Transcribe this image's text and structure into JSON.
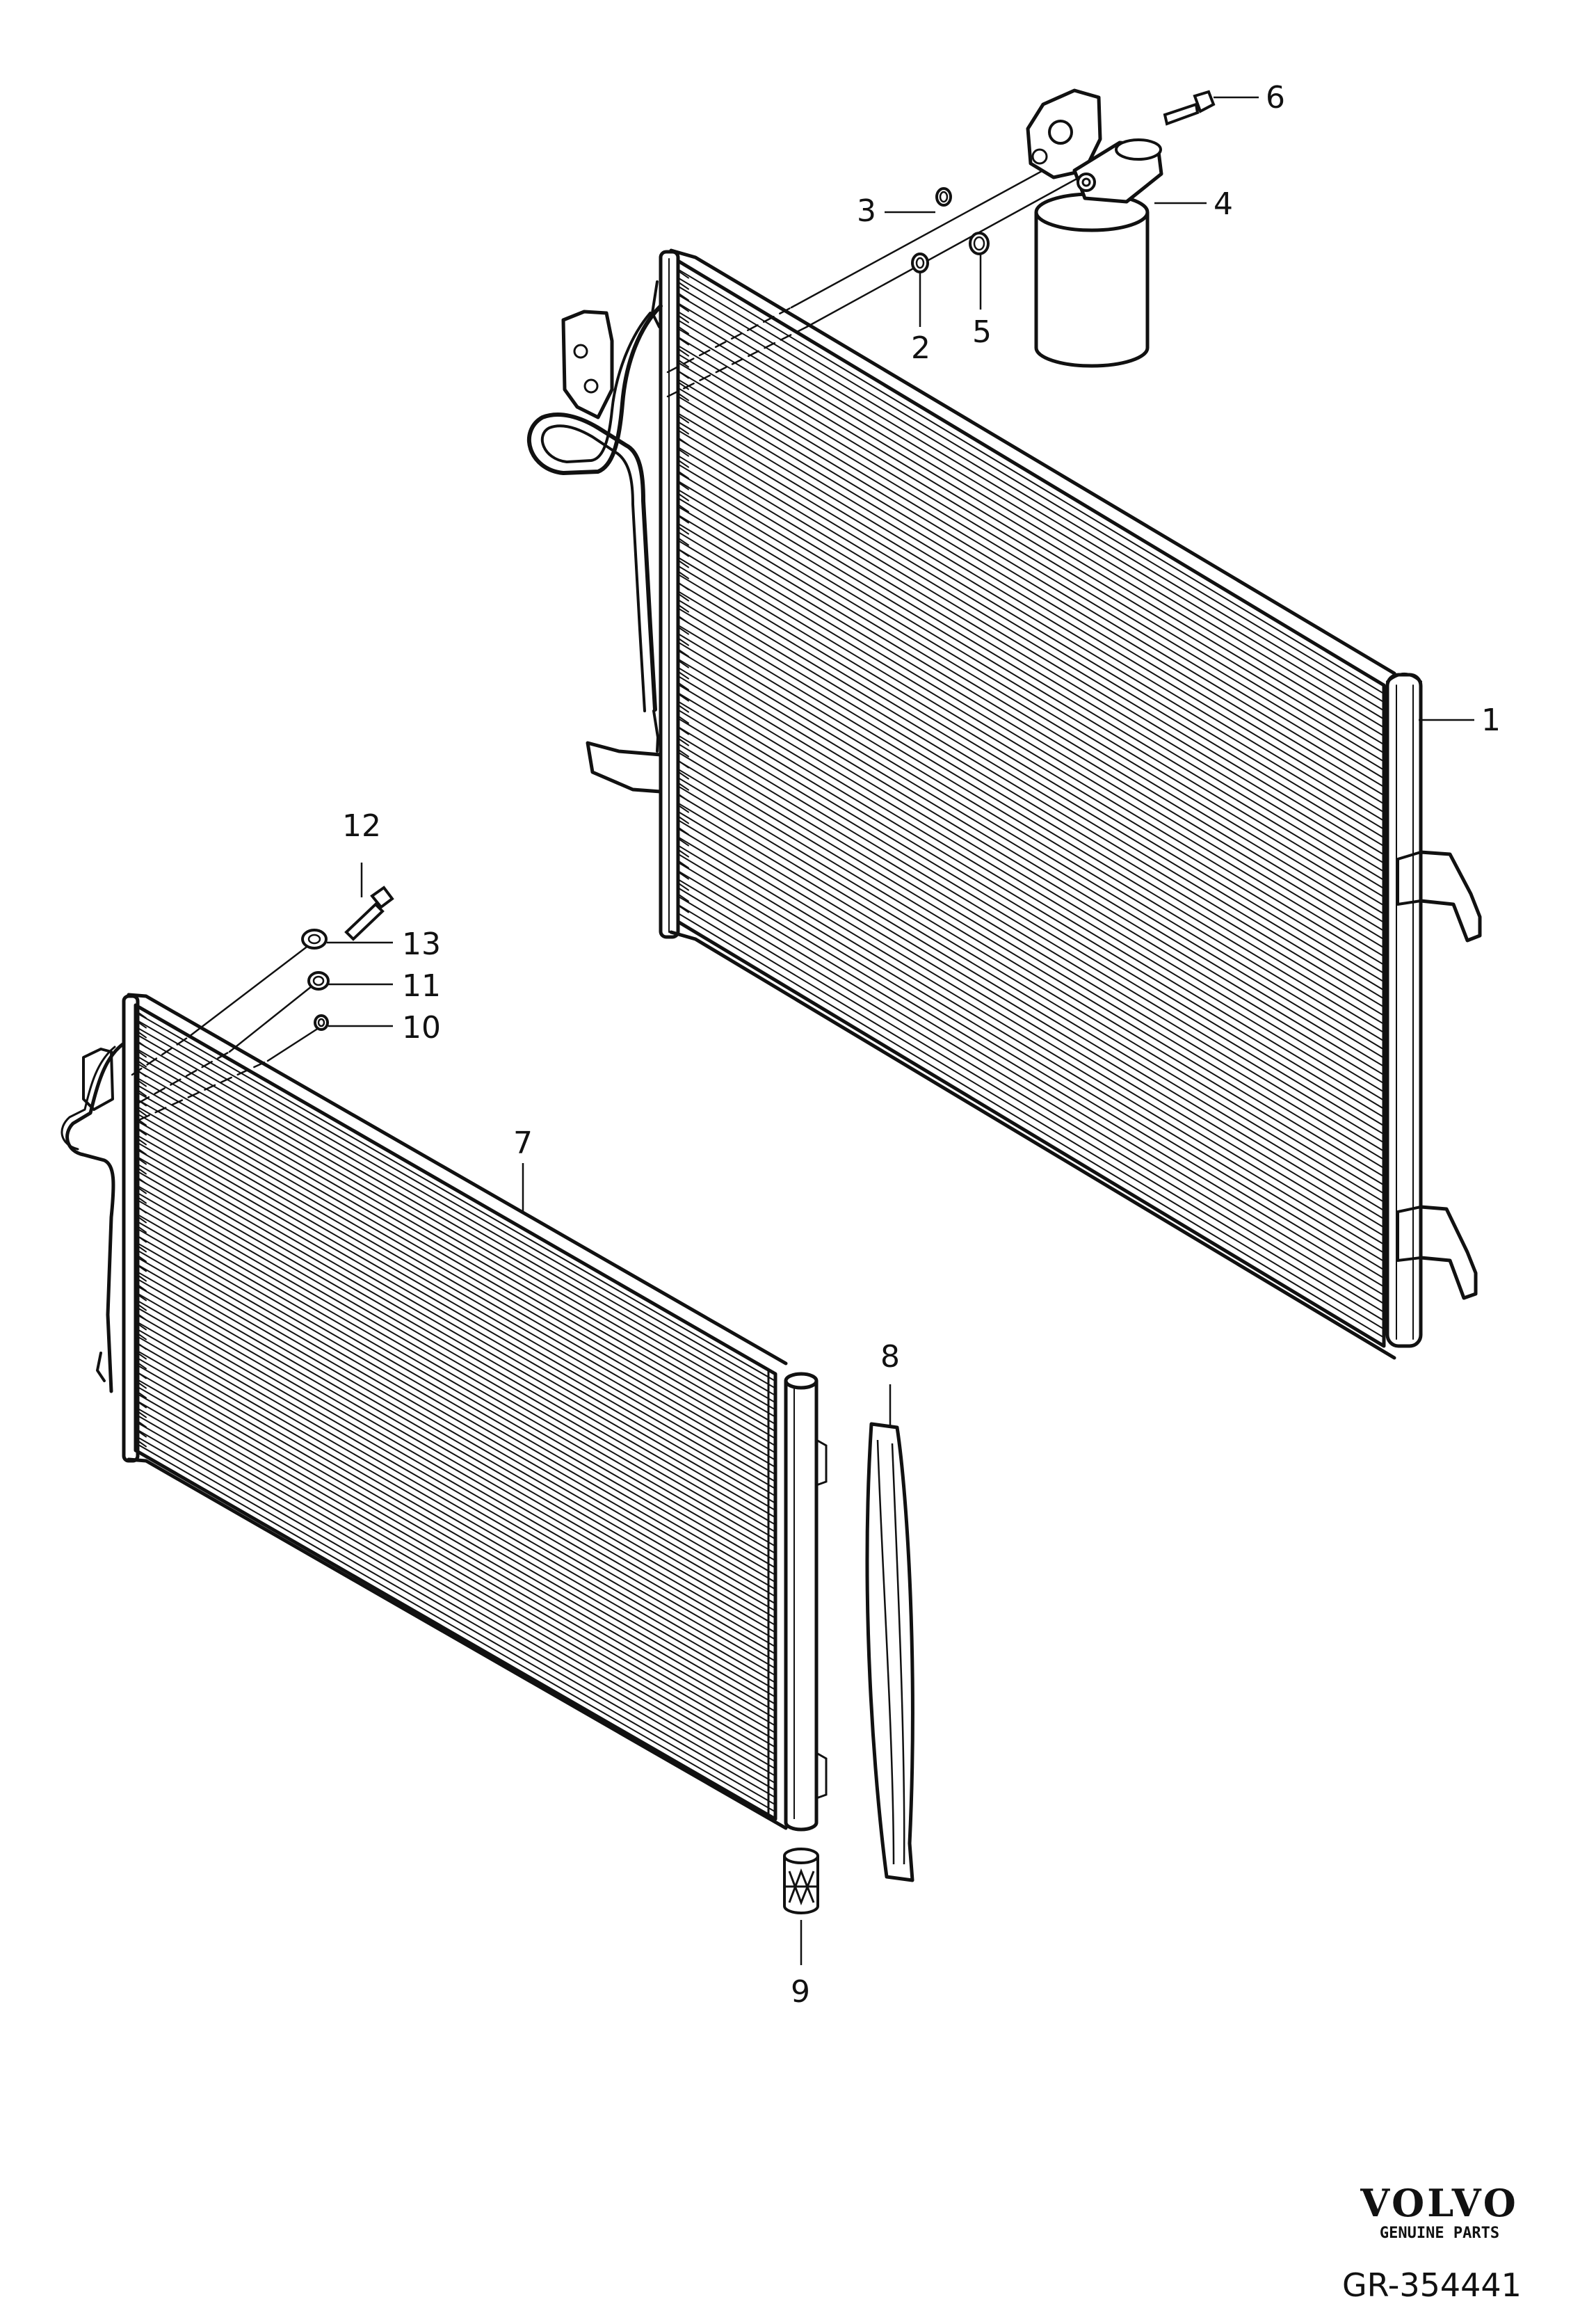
{
  "callouts": {
    "c1": "1",
    "c2": "2",
    "c3": "3",
    "c4": "4",
    "c5": "5",
    "c6": "6",
    "c7": "7",
    "c8": "8",
    "c9": "9",
    "c10": "10",
    "c11": "11",
    "c12": "12",
    "c13": "13"
  },
  "brand": {
    "name": "VOLVO",
    "tagline": "GENUINE PARTS"
  },
  "reference_code": "GR-354441",
  "colors": {
    "line": "#111111",
    "background": "#ffffff"
  }
}
